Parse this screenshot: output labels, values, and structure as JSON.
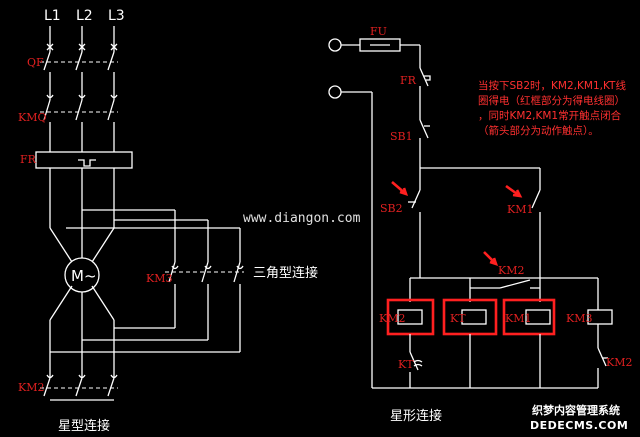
{
  "lines": {
    "l1": "L1",
    "l2": "L2",
    "l3": "L3"
  },
  "labels": {
    "qf": "QF",
    "kmq": "KMQ",
    "fr_main": "FR",
    "motor": "M~",
    "km3_power": "KM3",
    "delta": "三角型连接",
    "km2_power": "KM2",
    "star": "星型连接",
    "fu": "FU",
    "fr_ctrl": "FR",
    "sb1": "SB1",
    "sb2": "SB2",
    "km1_contact": "KM1",
    "km2_contact": "KM2",
    "km2_coil": "KM2",
    "kt_coil": "KT",
    "km1_coil": "KM1",
    "km3_coil": "KM3",
    "kt_contact": "KT",
    "km2_bottom": "KM2",
    "star_ctrl": "星形连接"
  },
  "note": {
    "line1": "当按下SB2时，KM2,KM1,KT线",
    "line2": "圈得电（红框部分为得电线圈）",
    "line3": "，同时KM2,KM1常开触点闭合",
    "line4": "（箭头部分为动作触点）。"
  },
  "website": "www.diangon.com",
  "watermark": {
    "cn": "织梦内容管理系统",
    "en": "DEDECMS.COM"
  },
  "colors": {
    "background": "#000000",
    "wire": "#ffffff",
    "label": "#e02020",
    "highlight": "#ff2020"
  }
}
